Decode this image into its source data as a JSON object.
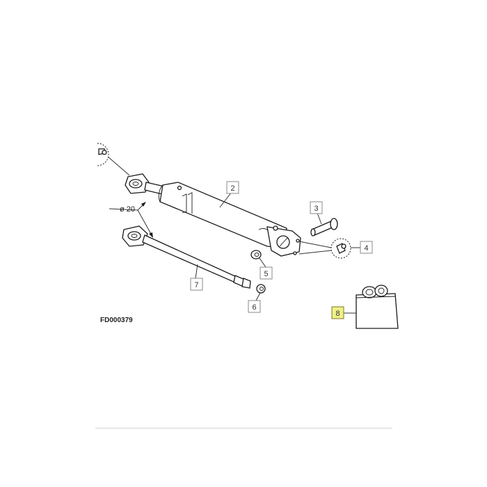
{
  "figure": {
    "code": "FD000379",
    "dimension_label": "ø 20"
  },
  "callouts": [
    {
      "number": "2",
      "highlighted": false
    },
    {
      "number": "3",
      "highlighted": false
    },
    {
      "number": "4",
      "highlighted": false
    },
    {
      "number": "5",
      "highlighted": false
    },
    {
      "number": "6",
      "highlighted": false
    },
    {
      "number": "7",
      "highlighted": false
    },
    {
      "number": "8",
      "highlighted": true
    }
  ],
  "colors": {
    "highlight": "#f0f08a",
    "line": "#1a1a1a",
    "callout_border": "#8a8a8a"
  }
}
